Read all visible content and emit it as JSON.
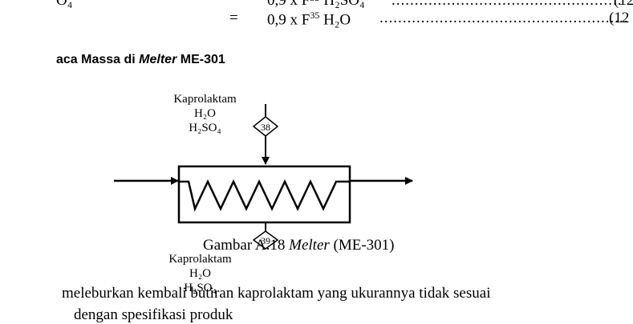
{
  "equations": {
    "line1_lhs": "O₄",
    "line1_equals": "",
    "line1_rhs": "0,9 x F³⁵ H₂SO₄",
    "line1_dots": "..................................................",
    "line1_number": "(12",
    "line2_equals": "=",
    "line2_rhs_coef": "0,9 x F",
    "line2_rhs_sup": "35",
    "line2_rhs_tail": " H₂O",
    "line2_dots": "......................................................",
    "line2_number": "(12"
  },
  "section": {
    "heading_prefix": "aca Massa di ",
    "heading_italic": "Melter",
    "heading_suffix": " ME-301"
  },
  "diagram": {
    "feed_stream": {
      "number": "38",
      "components": [
        "Kaprolaktam",
        "H₂O",
        "H₂SO₄"
      ]
    },
    "product_stream": {
      "number": "39",
      "components": [
        "Kaprolaktam",
        "H₂O",
        "H₂SO₄"
      ]
    }
  },
  "caption": {
    "prefix": "Gambar A.18 ",
    "italic": "Melter",
    "suffix": " (ME-301)"
  },
  "body": {
    "line1": "meleburkan kembali butiran kaprolaktam yang ukurannya tidak sesuai",
    "line2": "dengan spesifikasi produk"
  },
  "colors": {
    "ink": "#000000",
    "background": "#ffffff"
  }
}
